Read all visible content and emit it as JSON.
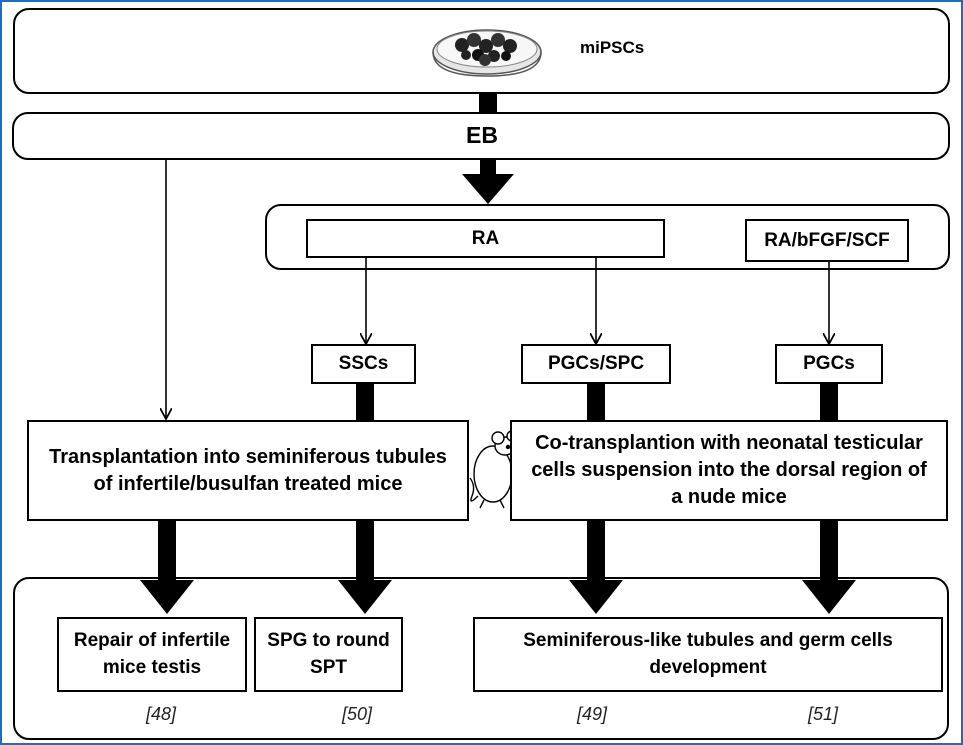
{
  "source": "miPSCs",
  "eb": "EB",
  "ra": "RA",
  "ra_factors": "RA/bFGF/SCF",
  "ssc": "SSCs",
  "pgc_spc": "PGCs/SPC",
  "pgcs": "PGCs",
  "transplant_tubules": "Transplantation into seminiferous tubules of infertile/busulfan treated mice",
  "cotransplant": "Co-transplantion with neonatal testicular cells suspension into the dorsal region of a nude mice",
  "outcome_repair": "Repair of infertile mice testis",
  "outcome_spg": "SPG to round SPT",
  "outcome_tubules": "Seminiferous-like tubules and germ cells development",
  "refs": [
    "[48]",
    "[50]",
    "[49]",
    "[51]"
  ],
  "colors": {
    "frame": "#1a6fc4",
    "stroke": "#000000"
  },
  "icons": [
    "petri-dish-icon",
    "mouse-icon"
  ]
}
